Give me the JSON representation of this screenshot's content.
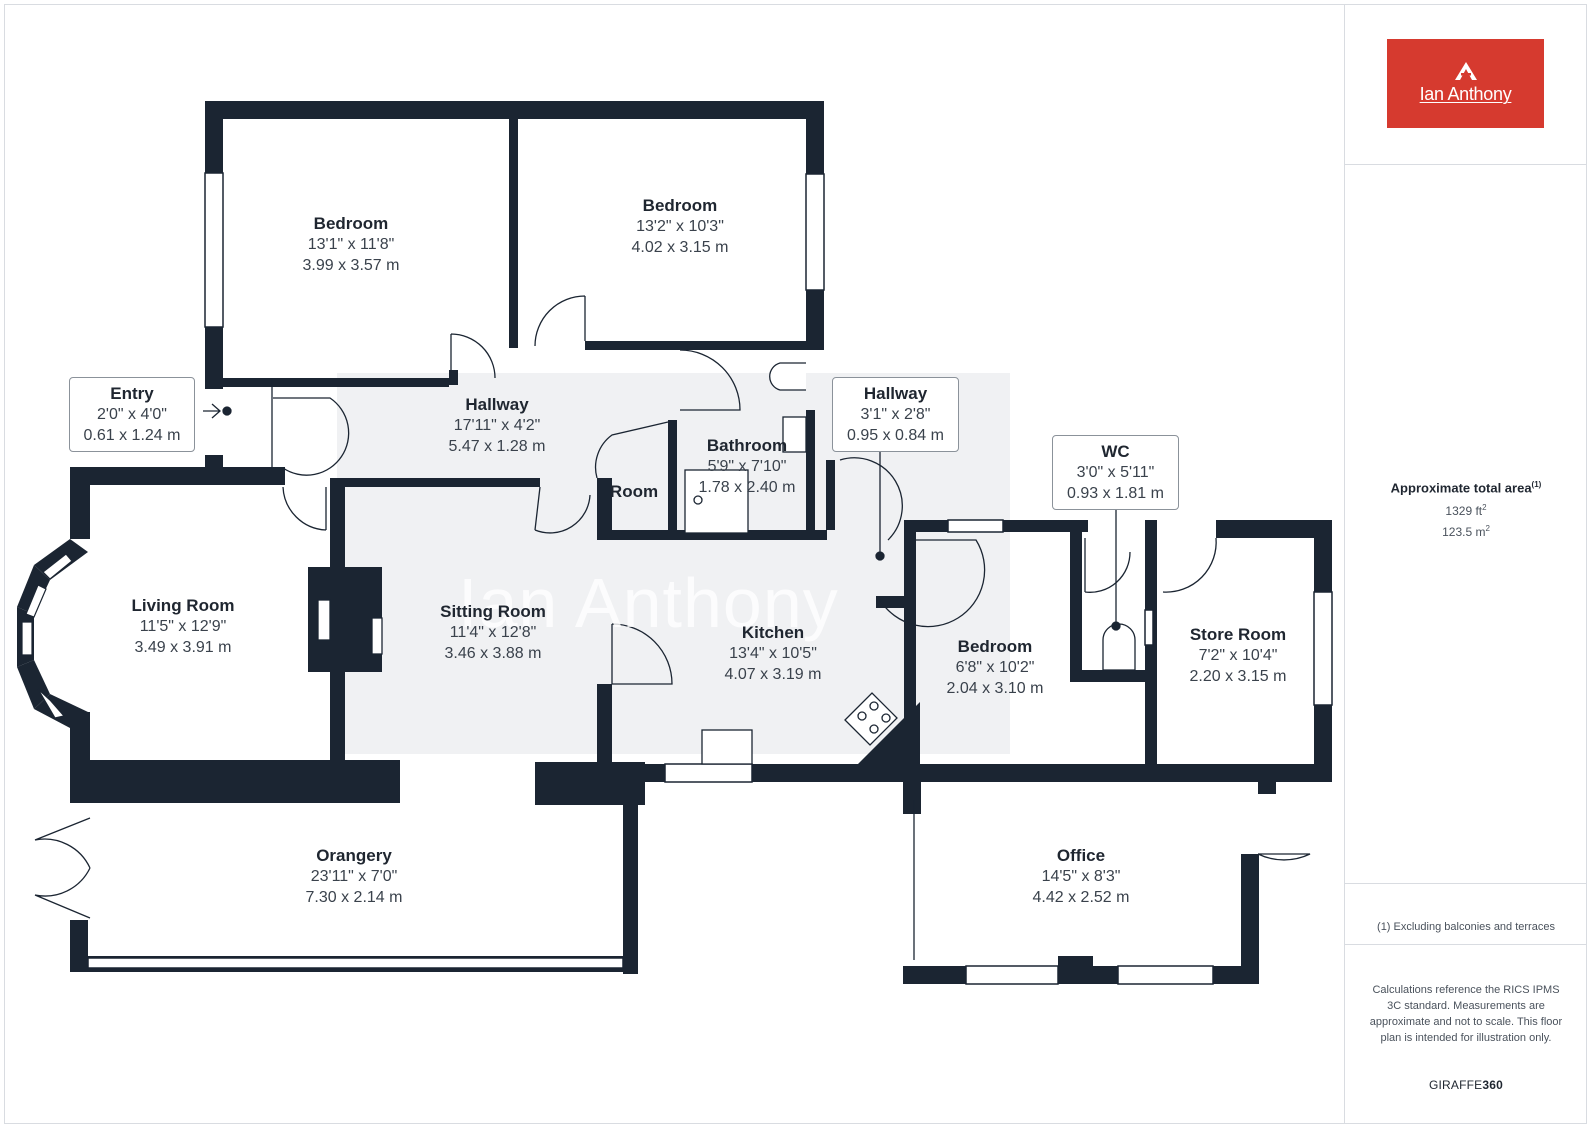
{
  "brand": {
    "logo_text": "Ian Anthony",
    "watermark_text": "Ian Anthony",
    "colors": {
      "brand_red": "#d63a2f",
      "wall": "#1b2532"
    }
  },
  "sidebar": {
    "area_title": "Approximate total area",
    "area_title_note_marker": "(1)",
    "area_sqft": "1329 ft",
    "area_sqft_sup": "2",
    "area_sqm": "123.5 m",
    "area_sqm_sup": "2",
    "note": "(1) Excluding balconies and terraces",
    "calc_text": "Calculations reference the RICS IPMS 3C standard. Measurements are approximate and not to scale. This floor plan is intended for illustration only.",
    "credit_light": "GIRAFFE",
    "credit_bold": "360"
  },
  "rooms": {
    "bedroom1": {
      "name": "Bedroom",
      "imperial": "13'1\" x 11'8\"",
      "metric": "3.99 x 3.57 m"
    },
    "bedroom2": {
      "name": "Bedroom",
      "imperial": "13'2\" x 10'3\"",
      "metric": "4.02 x 3.15 m"
    },
    "entry": {
      "name": "Entry",
      "imperial": "2'0\" x 4'0\"",
      "metric": "0.61 x 1.24 m"
    },
    "hallway1": {
      "name": "Hallway",
      "imperial": "17'11\" x 4'2\"",
      "metric": "5.47 x 1.28 m"
    },
    "hallway2": {
      "name": "Hallway",
      "imperial": "3'1\" x 2'8\"",
      "metric": "0.95 x 0.84 m"
    },
    "bathroom": {
      "name": "Bathroom",
      "imperial": "5'9\" x 7'10\"",
      "metric": "1.78 x 2.40 m"
    },
    "room_fragment": {
      "name": "Room"
    },
    "wc": {
      "name": "WC",
      "imperial": "3'0\" x 5'11\"",
      "metric": "0.93 x 1.81 m"
    },
    "living": {
      "name": "Living Room",
      "imperial": "11'5\" x 12'9\"",
      "metric": "3.49 x 3.91 m"
    },
    "sitting": {
      "name": "Sitting Room",
      "imperial": "11'4\" x 12'8\"",
      "metric": "3.46 x 3.88 m"
    },
    "kitchen": {
      "name": "Kitchen",
      "imperial": "13'4\" x 10'5\"",
      "metric": "4.07 x 3.19 m"
    },
    "bedroom3": {
      "name": "Bedroom",
      "imperial": "6'8\" x 10'2\"",
      "metric": "2.04 x 3.10 m"
    },
    "store": {
      "name": "Store Room",
      "imperial": "7'2\" x 10'4\"",
      "metric": "2.20 x 3.15 m"
    },
    "orangery": {
      "name": "Orangery",
      "imperial": "23'11\" x 7'0\"",
      "metric": "7.30 x 2.14 m"
    },
    "office": {
      "name": "Office",
      "imperial": "14'5\" x 8'3\"",
      "metric": "4.42 x 2.52 m"
    }
  }
}
